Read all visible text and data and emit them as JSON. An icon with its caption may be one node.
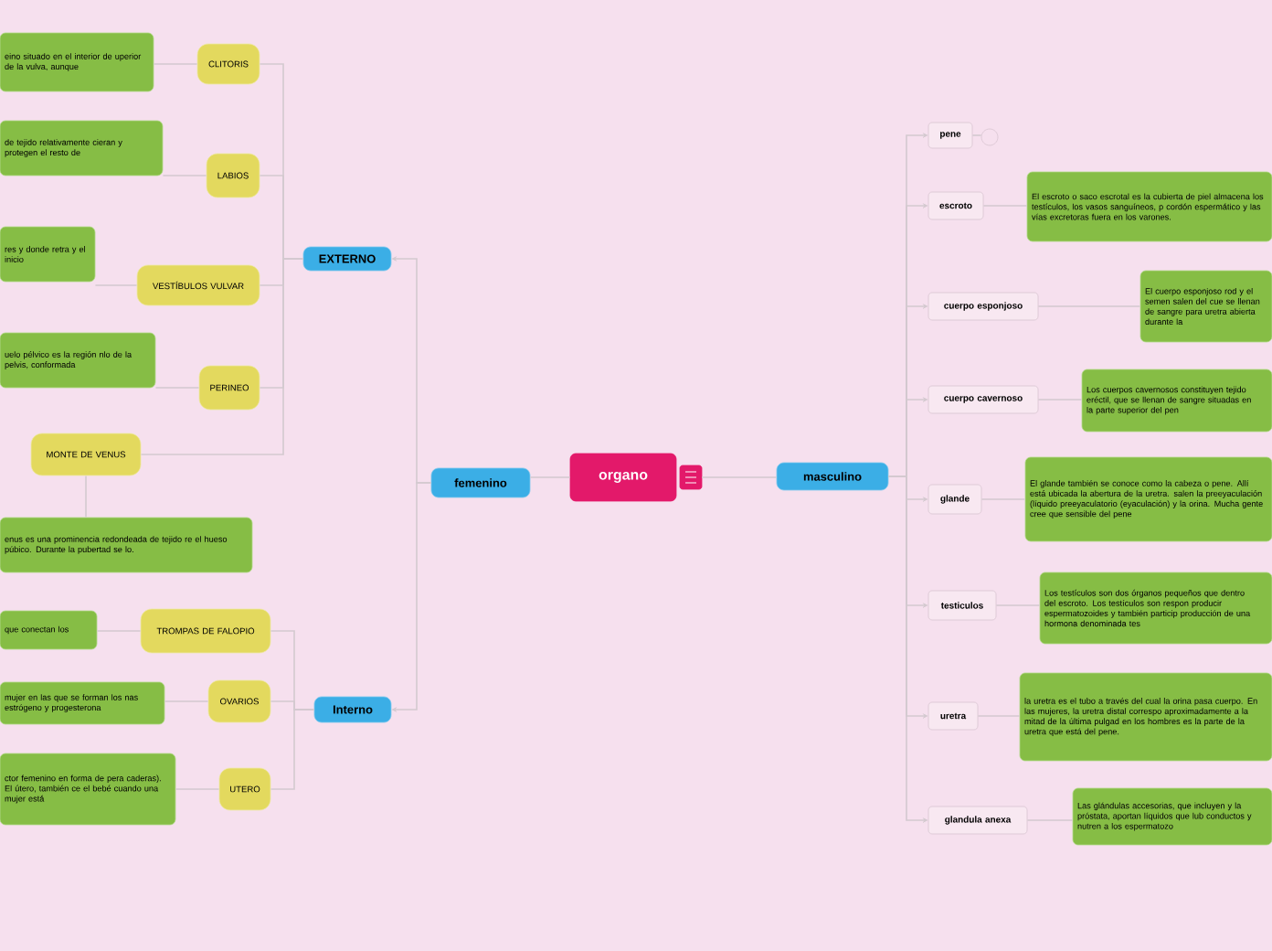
{
  "diagram": {
    "nodes": [
      {
        "text": [
          "organo"
        ]
      },
      {
        "text": [
          "femenino"
        ]
      },
      {
        "text": [
          "masculino"
        ]
      },
      {
        "text": [
          "EXTERNO"
        ]
      },
      {
        "text": [
          "Interno"
        ]
      },
      {
        "text": [
          "CLITORIS"
        ]
      },
      {
        "text": [
          "eino situado en el interior de uperior de la vulva, aunque"
        ]
      },
      {
        "text": [
          "LABIOS"
        ]
      },
      {
        "text": [
          "de tejido relativamente cieran y protegen el resto de"
        ]
      },
      {
        "text": [
          "VESTÍBULOS VULVAR"
        ]
      },
      {
        "text": [
          "res y donde retra y el inicio"
        ]
      },
      {
        "text": [
          "PERINEO"
        ]
      },
      {
        "text": [
          "uelo pélvico es la región nlo de la pelvis, conformada"
        ]
      },
      {
        "text": [
          "MONTE DE VENUS"
        ]
      },
      {
        "text": [
          "enus es una prominencia redondeada de tejido re el hueso púbico. Durante la pubertad se lo."
        ]
      },
      {
        "text": [
          "TROMPAS DE FALOPIO"
        ]
      },
      {
        "text": [
          "que conectan los"
        ]
      },
      {
        "text": [
          "OVARIOS"
        ]
      },
      {
        "text": [
          "mujer en las que se forman los nas estrógeno y progesterona"
        ]
      },
      {
        "text": [
          "UTERO"
        ]
      },
      {
        "text": [
          "ctor femenino en forma de pera caderas). El útero, también ce el bebé cuando una mujer está"
        ]
      },
      {
        "text": [
          "pene"
        ]
      },
      {
        "text": [],
        "shape": "circle"
      },
      {
        "text": [
          "escroto"
        ]
      },
      {
        "text": [
          "El escroto o saco escrotal es la cubierta de piel almacena los testículos, los vasos sanguíneos, p cordón espermático y las vías excretoras fuera en los varones."
        ]
      },
      {
        "text": [
          "cuerpo esponjoso"
        ]
      },
      {
        "text": [
          "El cuerpo esponjoso rod y el semen salen del cue se llenan de sangre para uretra abierta durante la"
        ]
      },
      {
        "text": [
          "cuerpo cavernoso"
        ]
      },
      {
        "text": [
          "Los cuerpos cavernosos constituyen tejido eréctil, que se llenan de sangre situadas en la parte superior del pen"
        ]
      },
      {
        "text": [
          "glande"
        ]
      },
      {
        "text": [
          "El glande también se conoce como la cabeza o pene. Allí está ubicada la abertura de la uretra. salen la preeyaculación (líquido preeyaculatorio (eyaculación) y la orina. Mucha gente cree que sensible del pene"
        ]
      },
      {
        "text": [
          "testiculos"
        ]
      },
      {
        "text": [
          "Los testículos son dos órganos pequeños que dentro del escroto. Los testículos son respon producir espermatozoides y también particip producción de una hormona denominada tes"
        ]
      },
      {
        "text": [
          "uretra"
        ]
      },
      {
        "text": [
          "la uretra es el tubo a través del cual la orina pasa cuerpo. En las mujeres, la uretra distal correspo aproximadamente a la mitad de la última pulgad en los hombres es la parte de la uretra que está del pene."
        ]
      },
      {
        "text": [
          "glandula anexa"
        ]
      },
      {
        "text": [
          "Las glándulas accesorias, que incluyen y la próstata, aportan líquidos que lub conductos y nutren a los espermatozo"
        ]
      }
    ],
    "edges": [
      {
        "from": 0,
        "to": 1,
        "arrow": "none"
      },
      {
        "from": 0,
        "to": 2,
        "arrow": "none"
      },
      {
        "from": 1,
        "to": 3,
        "arrow": "to"
      },
      {
        "from": 1,
        "to": 4,
        "arrow": "to"
      },
      {
        "from": 3,
        "to": 5,
        "arrow": "none"
      },
      {
        "from": 3,
        "to": 7,
        "arrow": "none"
      },
      {
        "from": 3,
        "to": 9,
        "arrow": "none"
      },
      {
        "from": 3,
        "to": 11,
        "arrow": "none"
      },
      {
        "from": 3,
        "to": 13,
        "arrow": "none"
      },
      {
        "from": 5,
        "to": 6,
        "arrow": "none"
      },
      {
        "from": 7,
        "to": 8,
        "arrow": "none"
      },
      {
        "from": 9,
        "to": 10,
        "arrow": "none"
      },
      {
        "from": 11,
        "to": 12,
        "arrow": "none"
      },
      {
        "from": 13,
        "to": 14,
        "arrow": "none"
      },
      {
        "from": 4,
        "to": 15,
        "arrow": "none"
      },
      {
        "from": 4,
        "to": 17,
        "arrow": "none"
      },
      {
        "from": 4,
        "to": 19,
        "arrow": "none"
      },
      {
        "from": 15,
        "to": 16,
        "arrow": "none"
      },
      {
        "from": 17,
        "to": 18,
        "arrow": "none"
      },
      {
        "from": 19,
        "to": 20,
        "arrow": "none"
      },
      {
        "from": 2,
        "to": 21,
        "arrow": "to"
      },
      {
        "from": 2,
        "to": 23,
        "arrow": "to"
      },
      {
        "from": 2,
        "to": 25,
        "arrow": "to"
      },
      {
        "from": 2,
        "to": 27,
        "arrow": "to"
      },
      {
        "from": 2,
        "to": 29,
        "arrow": "to"
      },
      {
        "from": 2,
        "to": 31,
        "arrow": "to"
      },
      {
        "from": 2,
        "to": 33,
        "arrow": "to"
      },
      {
        "from": 2,
        "to": 35,
        "arrow": "to"
      },
      {
        "from": 21,
        "to": 22,
        "arrow": "none"
      },
      {
        "from": 23,
        "to": 24,
        "arrow": "none"
      },
      {
        "from": 25,
        "to": 26,
        "arrow": "none"
      },
      {
        "from": 27,
        "to": 28,
        "arrow": "none"
      },
      {
        "from": 29,
        "to": 30,
        "arrow": "none"
      },
      {
        "from": 31,
        "to": 32,
        "arrow": "none"
      },
      {
        "from": 33,
        "to": 34,
        "arrow": "none"
      },
      {
        "from": 35,
        "to": 36,
        "arrow": "none"
      }
    ]
  }
}
